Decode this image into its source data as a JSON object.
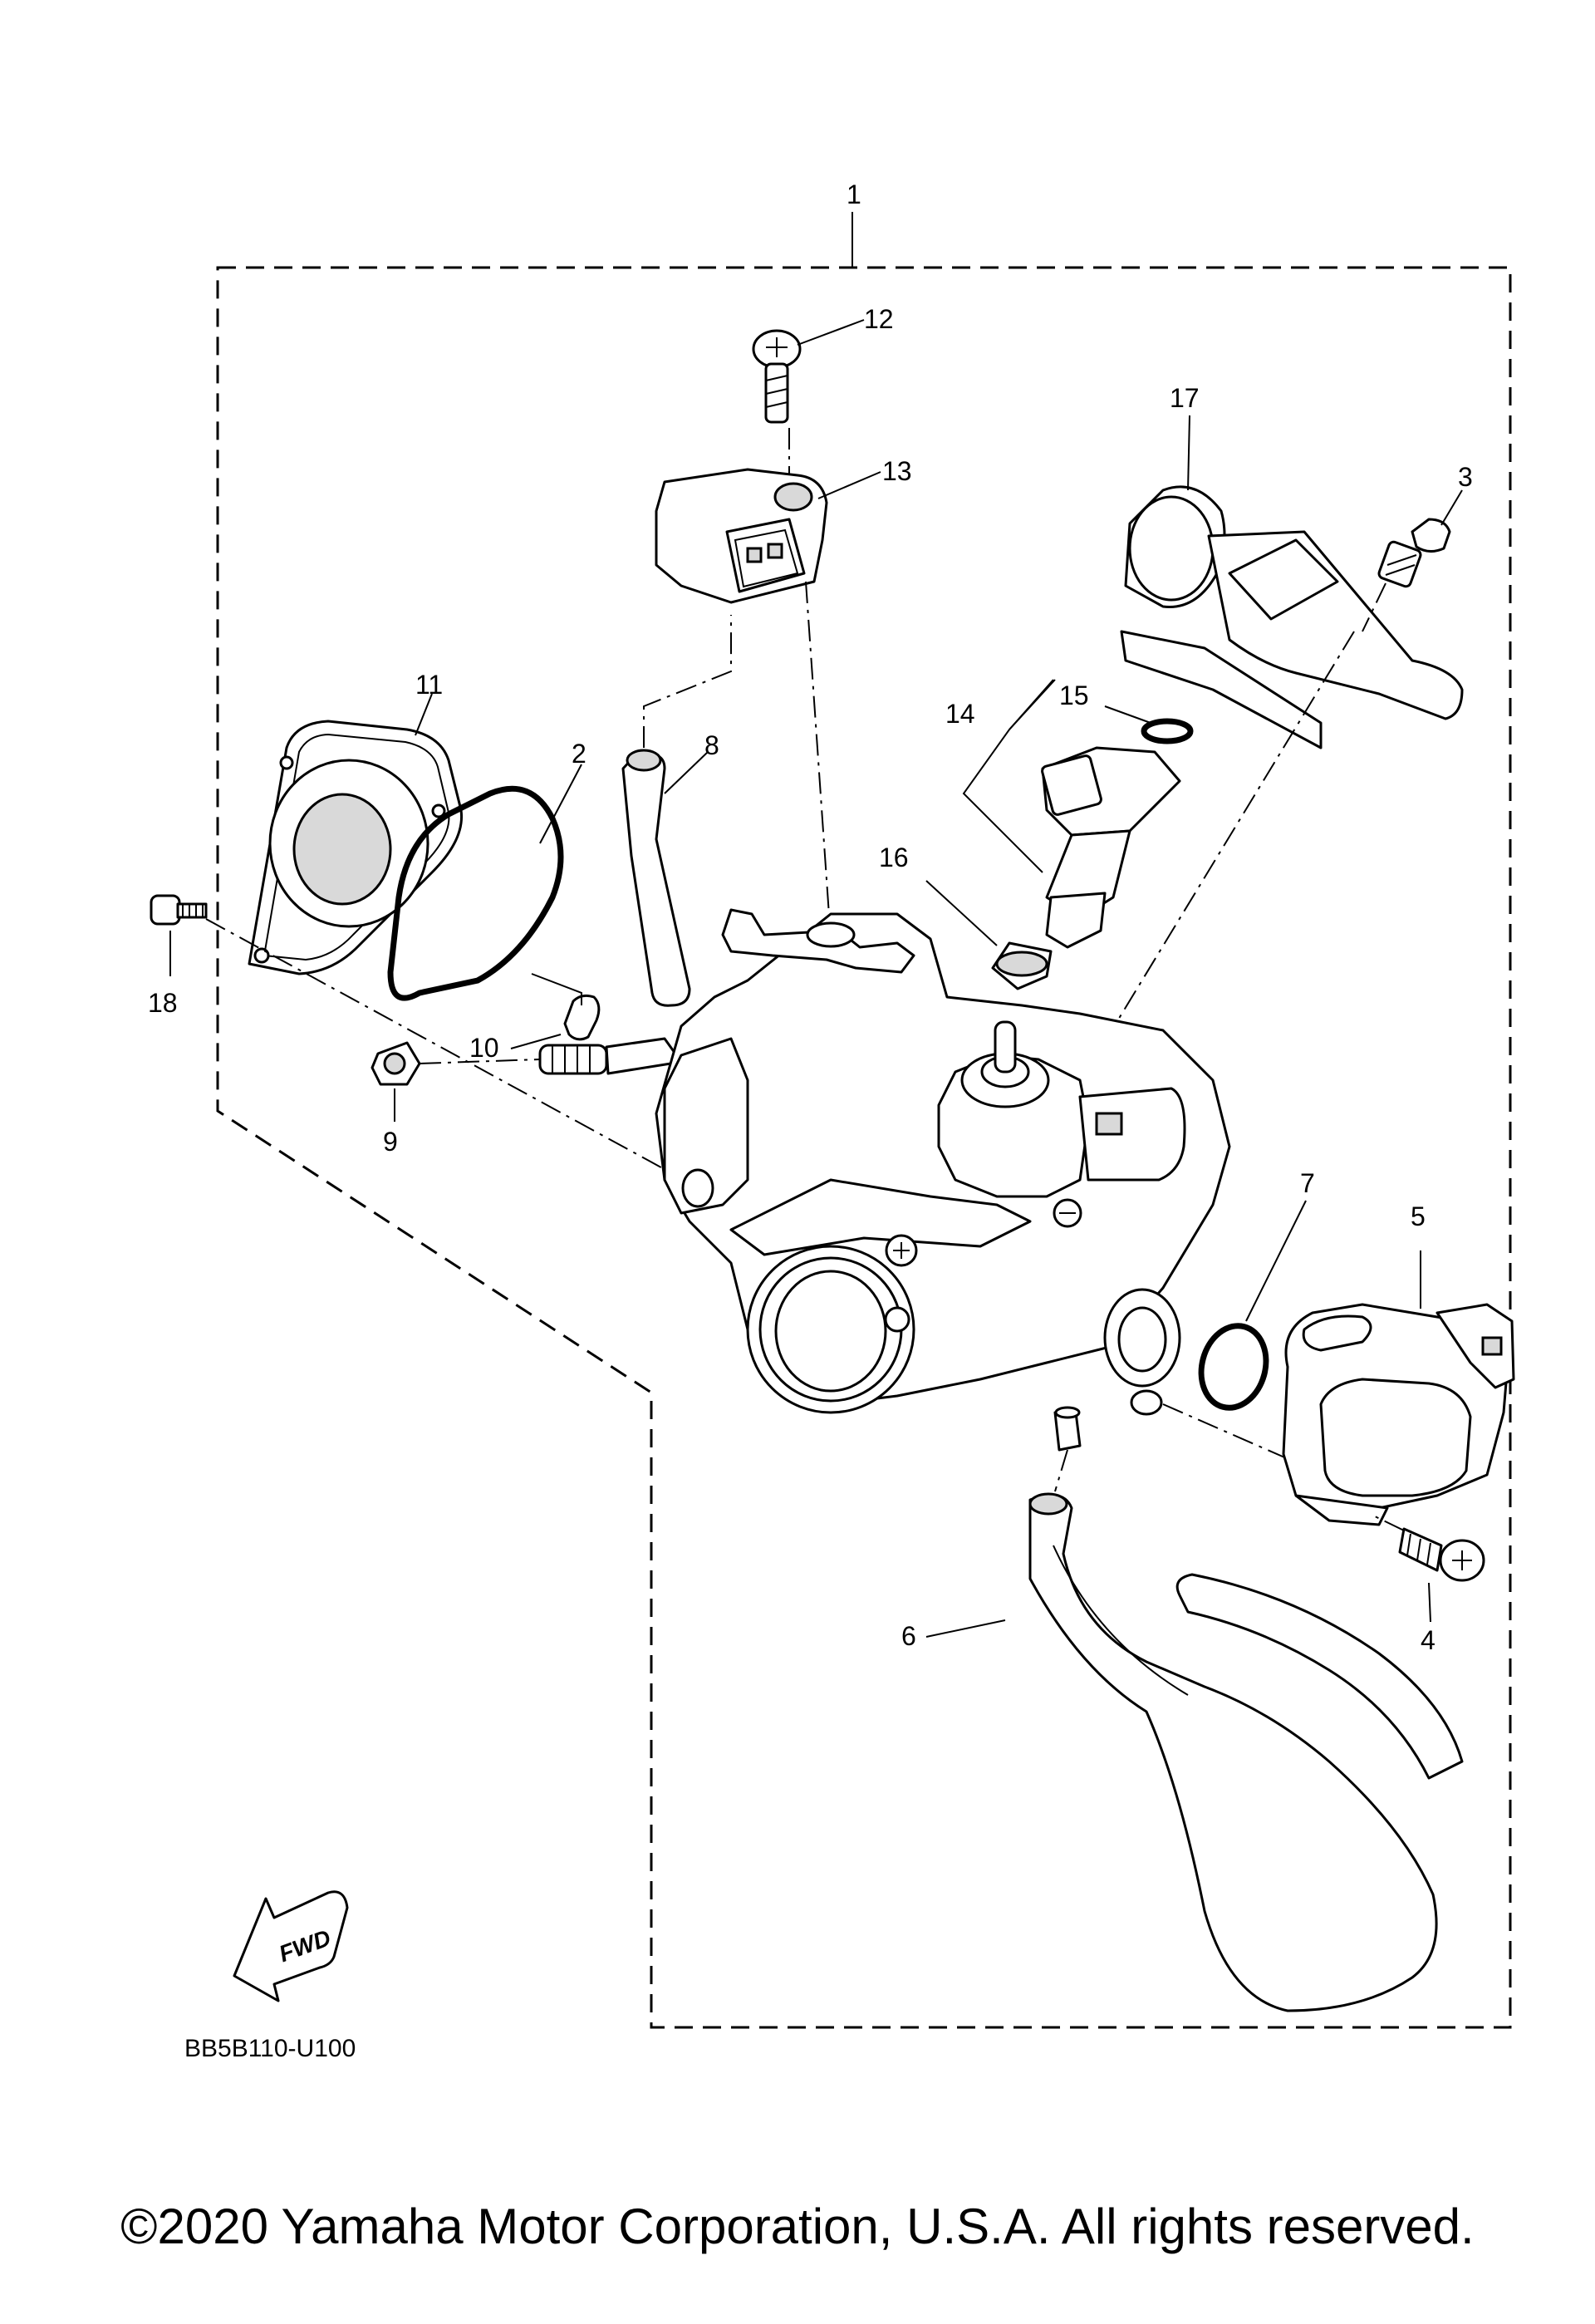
{
  "callouts": [
    {
      "id": "1",
      "text": "1"
    },
    {
      "id": "2",
      "text": "2"
    },
    {
      "id": "3",
      "text": "3"
    },
    {
      "id": "4",
      "text": "4"
    },
    {
      "id": "5",
      "text": "5"
    },
    {
      "id": "6",
      "text": "6"
    },
    {
      "id": "7",
      "text": "7"
    },
    {
      "id": "8",
      "text": "8"
    },
    {
      "id": "9",
      "text": "9"
    },
    {
      "id": "10",
      "text": "10"
    },
    {
      "id": "11",
      "text": "11"
    },
    {
      "id": "12",
      "text": "12"
    },
    {
      "id": "13",
      "text": "13"
    },
    {
      "id": "14",
      "text": "14"
    },
    {
      "id": "15",
      "text": "15"
    },
    {
      "id": "16",
      "text": "16"
    },
    {
      "id": "17",
      "text": "17"
    },
    {
      "id": "18",
      "text": "18"
    }
  ],
  "fwd_label": "FWD",
  "diagram_code": "BB5B110-U100",
  "copyright": "©2020 Yamaha Motor Corporation, U.S.A. All rights reserved."
}
